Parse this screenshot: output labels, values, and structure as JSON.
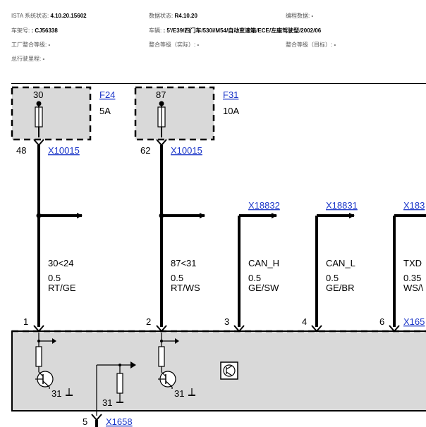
{
  "header": {
    "ista_label": "ISTA 系统状态:",
    "ista_value": "4.10.20.15602",
    "data_label": "数据状态:",
    "data_value": "R4.10.20",
    "prog_label": "编程数据:",
    "prog_value": "-",
    "chassis_label": "车架号:",
    "chassis_value": ": CJ56338",
    "vehicle_label": "车辆:",
    "vehicle_value": ": 5'/E39/四门车/530i/M54/自动变速箱/ECE/左座驾驶型/2002/06",
    "factory_label": "工厂整合等级:",
    "factory_value": "-",
    "actual_label": "整合等级（实际）:",
    "actual_value": "-",
    "target_label": "整合等级（目标）:",
    "target_value": "-",
    "mileage_label": "总行驶里程:",
    "mileage_value": "-"
  },
  "diagram": {
    "fuse1": {
      "terminal": "30",
      "id": "F24",
      "rating": "5A",
      "pin": "48",
      "connector": "X10015"
    },
    "fuse2": {
      "terminal": "87",
      "id": "F31",
      "rating": "10A",
      "pin": "62",
      "connector": "X10015"
    },
    "conn_x18832": "X18832",
    "conn_x18831": "X18831",
    "conn_x183_cut": "X183",
    "wire1": {
      "signal": "30<24",
      "size": "0.5",
      "color": "RT/GE",
      "pin": "1"
    },
    "wire2": {
      "signal": "87<31",
      "size": "0.5",
      "color": "RT/WS",
      "pin": "2"
    },
    "wire3": {
      "signal": "CAN_H",
      "size": "0.5",
      "color": "GE/SW",
      "pin": "3"
    },
    "wire4": {
      "signal": "CAN_L",
      "size": "0.5",
      "color": "GE/BR",
      "pin": "4"
    },
    "wire6": {
      "signal": "TXD",
      "size": "0.35",
      "color": "WS/\\",
      "pin": "6"
    },
    "conn_x165_cut": "X165",
    "ground1": "31",
    "ground2": "31",
    "ground3": "31",
    "bottom_pin": "5",
    "bottom_connector": "X1658"
  },
  "colors": {
    "link": "#1a35c8",
    "module_fill": "#d9d9d9",
    "fuse_fill": "#d9d9d9"
  }
}
